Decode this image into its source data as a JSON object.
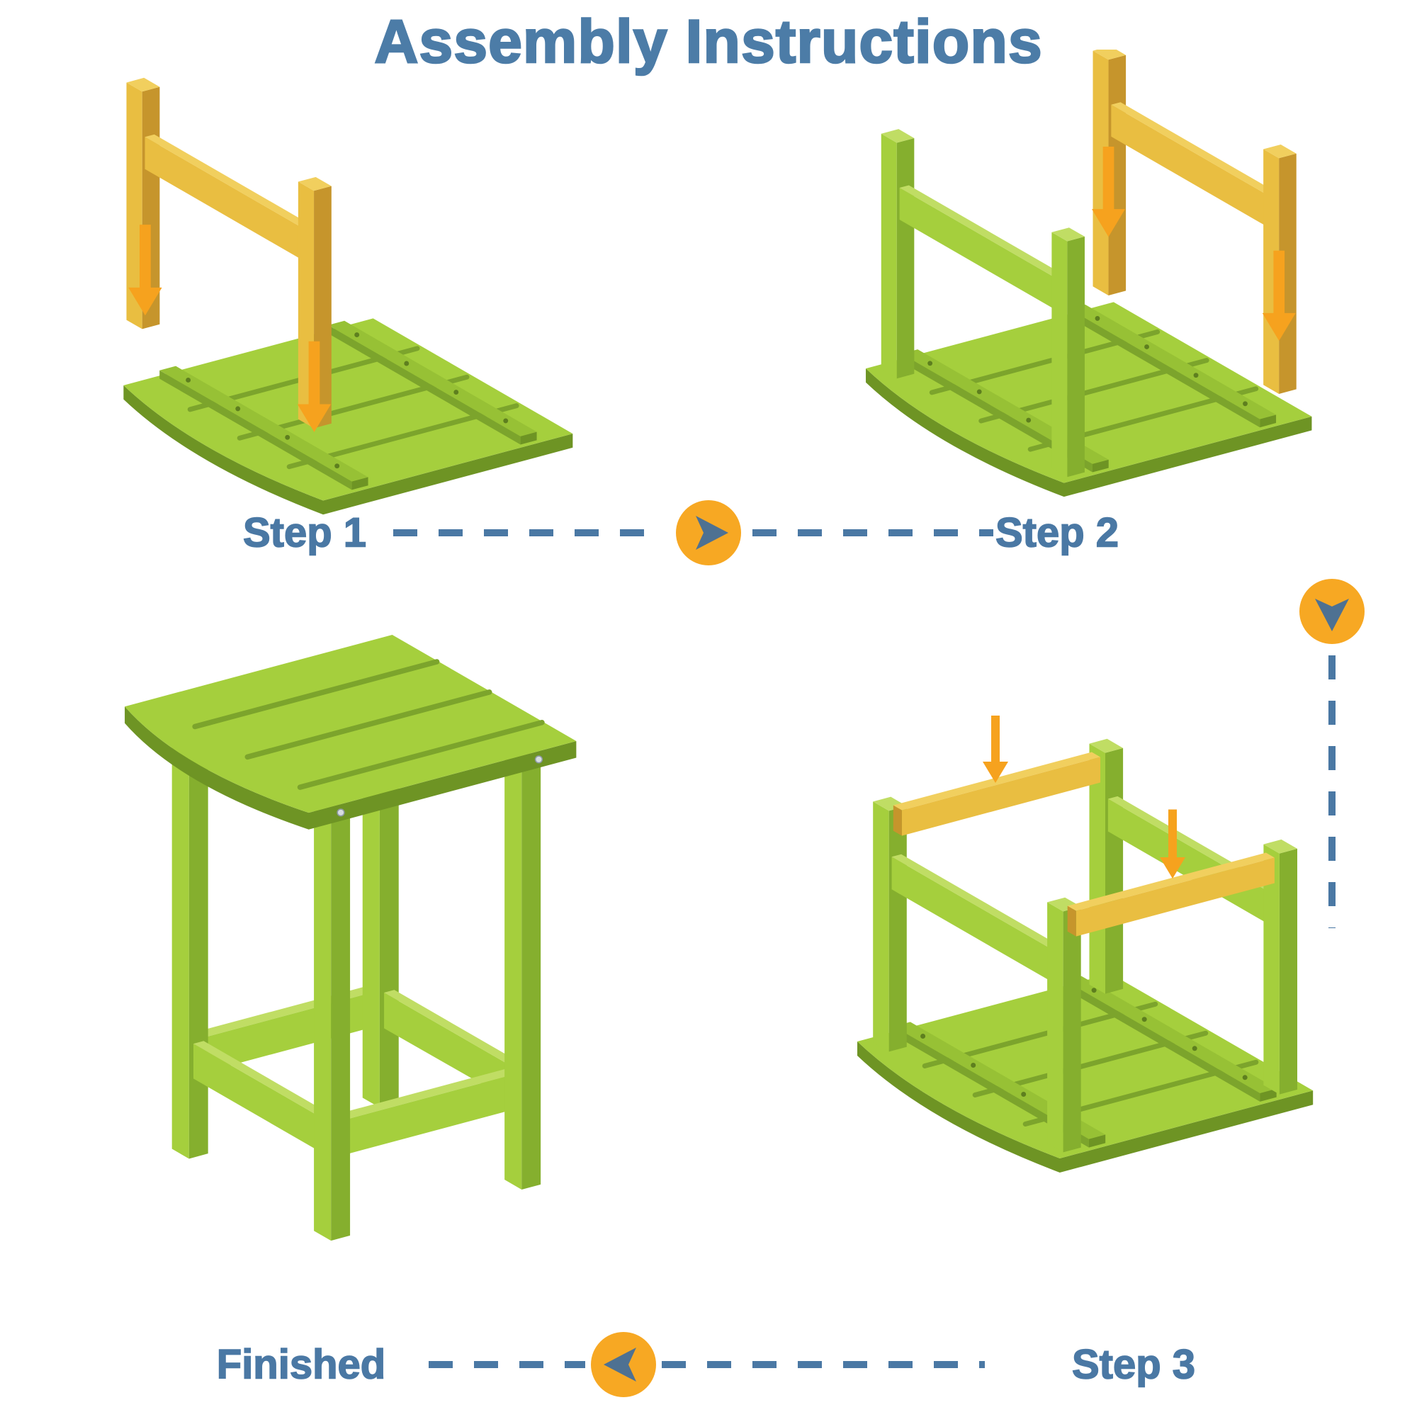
{
  "title": "Assembly Instructions",
  "panels": {
    "step1": {
      "label": "Step 1"
    },
    "step2": {
      "label": "Step 2"
    },
    "step3": {
      "label": "Step 3"
    },
    "finished": {
      "label": "Finished"
    }
  },
  "connectors": {
    "step1_to_step2": {
      "icon": "arrow-right-icon",
      "direction": "right"
    },
    "step2_to_step3": {
      "icon": "arrow-down-icon",
      "direction": "down"
    },
    "step3_to_finished": {
      "icon": "arrow-left-icon",
      "direction": "left"
    }
  },
  "colors": {
    "table_green": "#A5CF3D",
    "table_green_shadow": "#85AF2E",
    "part_yellow": "#E9BE41",
    "part_yellow_shadow": "#C6952C",
    "insert_arrow_orange": "#F6A21E",
    "connector_circle_orange": "#F7A823",
    "text_blue": "#4C7CA7",
    "connector_blue": "#4A78A4",
    "background": "#FFFFFF"
  }
}
